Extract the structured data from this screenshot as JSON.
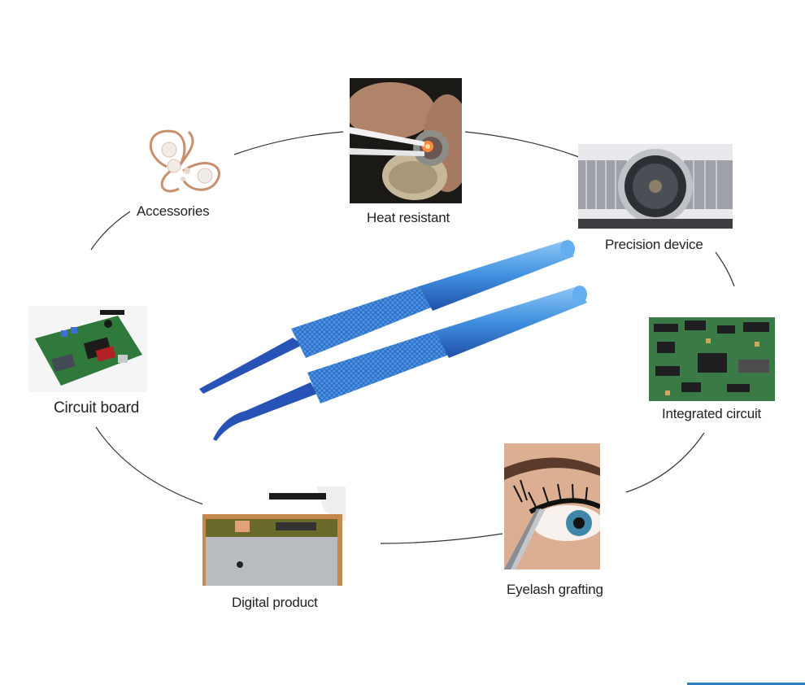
{
  "labels": {
    "accessories": "Accessories",
    "heat_resistant": "Heat resistant",
    "precision_device": "Precision device",
    "circuit_board": "Circuit board",
    "integrated_circuit": "Integrated circuit",
    "digital_product": "Digital product",
    "eyelash_grafting": "Eyelash grafting"
  },
  "colors": {
    "tweezer_blue": "#3f8fe0",
    "tweezer_dark": "#1f4fa8",
    "pcb_green": "#2f7a3a",
    "ring_line": "#333333",
    "label_text": "#222222"
  }
}
